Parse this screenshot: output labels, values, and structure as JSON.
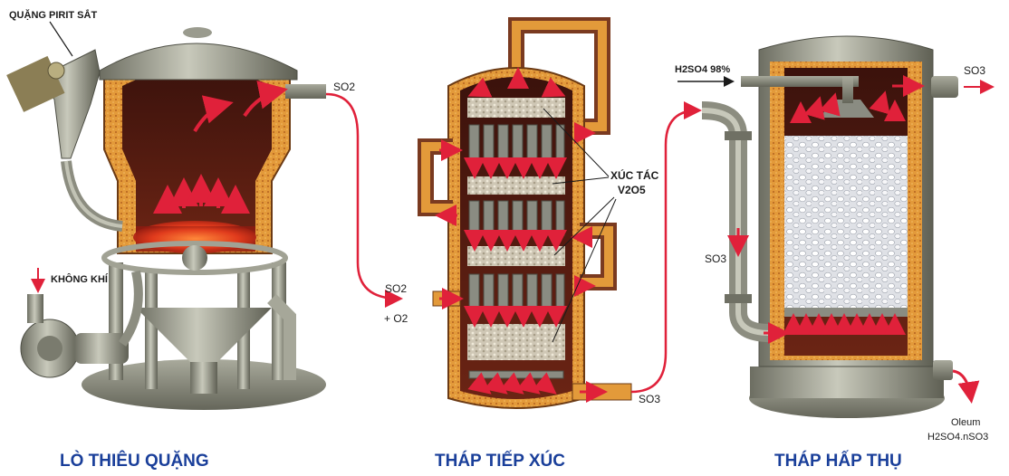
{
  "labels": {
    "ore": "QUẶNG PIRIT SẮT",
    "air": "KHÔNG KHÍ",
    "so2_out": "SO2",
    "so2_in": "SO2",
    "plus_o2": "+ O2",
    "catalyst": "XÚC TÁC",
    "v2o5": "V2O5",
    "so3_contact": "SO3",
    "h2so4": "H2SO4 98%",
    "so3_absorb": "SO3",
    "so3_top": "SO3",
    "oleum": "Oleum",
    "oleum_formula": "H2SO4.nSO3"
  },
  "captions": {
    "furnace": "LÒ THIÊU QUẶNG",
    "contact": "THÁP TIẾP XÚC",
    "absorber": "THÁP HẤP THỤ"
  },
  "colors": {
    "caption": "#1a3f9a",
    "flow_arrow": "#e0213a",
    "insulation": "#e39a3a",
    "metal": "#8d8e80",
    "inner": "#4a1a12"
  }
}
